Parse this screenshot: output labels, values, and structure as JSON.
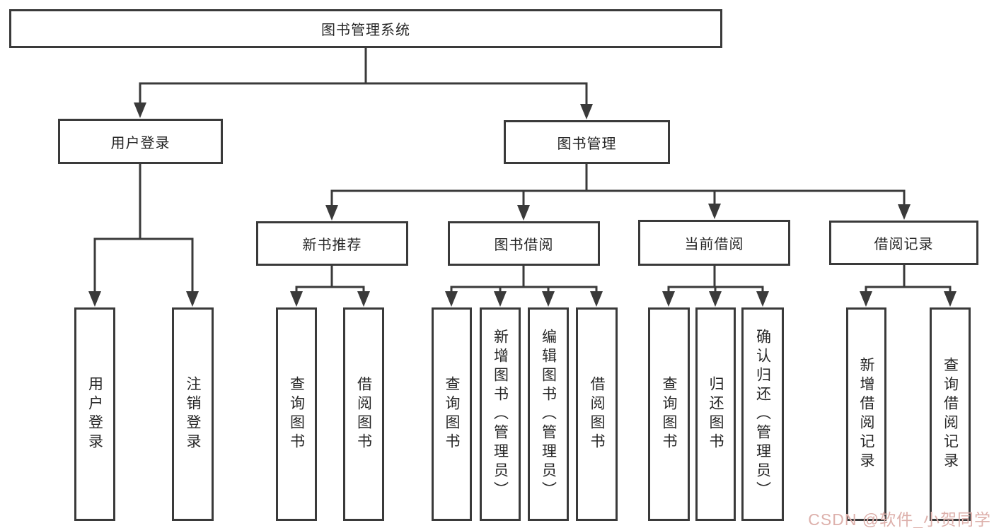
{
  "diagram": {
    "root": {
      "label": "图书管理系统"
    },
    "level2": [
      {
        "label": "用户登录"
      },
      {
        "label": "图书管理"
      }
    ],
    "level3": [
      {
        "label": "新书推荐"
      },
      {
        "label": "图书借阅"
      },
      {
        "label": "当前借阅"
      },
      {
        "label": "借阅记录"
      }
    ],
    "leaves": [
      {
        "label": "用户登录"
      },
      {
        "label": "注销登录"
      },
      {
        "label": "查询图书"
      },
      {
        "label": "借阅图书"
      },
      {
        "label": "查询图书"
      },
      {
        "label": "新增图书（管理员）"
      },
      {
        "label": "编辑图书（管理员）"
      },
      {
        "label": "借阅图书"
      },
      {
        "label": "查询图书"
      },
      {
        "label": "归还图书"
      },
      {
        "label": "确认归还（管理员）"
      },
      {
        "label": "新增借阅记录"
      },
      {
        "label": "查询借阅记录"
      }
    ],
    "line_color": "#3a3a3a",
    "text_color": "#262626",
    "box_background": "#ffffff"
  },
  "watermark": {
    "text": "CSDN @软件_小贺同学",
    "color": "#ddb0ab"
  }
}
